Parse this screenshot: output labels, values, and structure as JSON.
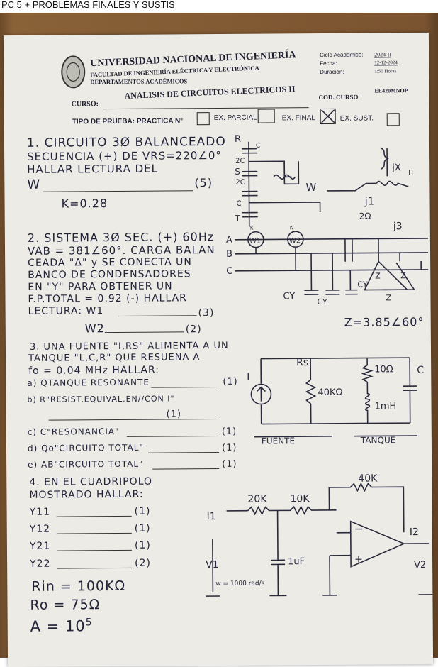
{
  "doc_title": "PC 5 + PROBLEMAS FINALES Y SUSTIS",
  "header": {
    "university": "UNIVERSIDAD NACIONAL DE INGENIERÍA",
    "faculty": "FACULTAD DE INGENIERÍA ELÉCTRICA Y ELECTRÓNICA",
    "department": "DEPARTAMENTOS ACADÉMICOS",
    "course_title": "ANALISIS DE CIRCUITOS ELECTRICOS II",
    "curso_label": "CURSO:",
    "cycle_label": "Ciclo Académico:",
    "cycle_value": "2024-II",
    "date_label": "Fecha:",
    "date_value": "12-12-2024",
    "duration_label": "Duración:",
    "duration_value": "1:50 Horas",
    "code_label": "COD. CURSO",
    "code_value": "EE420MNOP"
  },
  "test_type": {
    "label": "TIPO DE PRUEBA: PRACTICA N°",
    "parcial": "EX. PARCIAL",
    "final": "EX. FINAL",
    "sust": "EX. SUST.",
    "checked": "final"
  },
  "p1": {
    "l1": "1. CIRCUITO 3Ø BALANCEADO",
    "l2": "SECUENCIA (+) DE VRS=220∠0°",
    "l3": "HALLAR LECTURA DEL",
    "l4": "W",
    "points": "(5)",
    "k": "K=0.28",
    "c": {
      "R": "R",
      "C": "C",
      "S": "S",
      "T": "T",
      "2C": "2C",
      "W": "W",
      "j1": "j1",
      "jxh": "jX",
      "h": "H",
      "r": "2Ω",
      "j3": "j3"
    }
  },
  "p2": {
    "l1": "2. SISTEMA 3Ø SEC. (+) 60Hz",
    "l2": "VAB = 381∠60°. CARGA BALAN",
    "l3": "CEADA \"Δ\" y SE CONECTA UN",
    "l4": "BANCO DE CONDENSADORES",
    "l5": "EN \"Y\" PARA OBTENER UN",
    "l6": "F.P.TOTAL = 0.92 (-) HALLAR",
    "l7": "LECTURA: W1",
    "l8": "W2",
    "pts1": "(3)",
    "pts2": "(2)",
    "c": {
      "A": "A",
      "B": "B",
      "C": "C",
      "W1": "W1",
      "W2": "W2",
      "K": "K",
      "Cy": "CY",
      "Z": "Z"
    },
    "z": "Z=3.85∠60°"
  },
  "p3": {
    "l1": "3. UNA FUENTE \"I,RS\" ALIMENTA A UN",
    "l2": "TANQUE \"L,C,R\" QUE RESUENA A",
    "l3": "fo = 0.04 MHz HALLAR:",
    "a": "a) QTANQUE RESONANTE",
    "b": "b) R\"RESIST.EQUIVAL.EN//CON I\"",
    "c": "c) C\"RESONANCIA\"",
    "d": "d) Qo\"CIRCUITO TOTAL\"",
    "e": "e) AB\"CIRCUITO TOTAL\"",
    "pts": "(1)",
    "c_lbl": {
      "I": "I",
      "Rs": "Rs",
      "rs": "40KΩ",
      "r": "10Ω",
      "L": "1mH",
      "C": "C",
      "src": "FUENTE",
      "tank": "TANQUE"
    }
  },
  "p4": {
    "l1": "4. EN EL CUADRIPOLO",
    "l2": "MOSTRADO HALLAR:",
    "y11": "Y11",
    "y12": "Y12",
    "y21": "Y21",
    "y22": "Y22",
    "pts1": "(1)",
    "pts2": "(2)",
    "rin": "Rin = 100KΩ",
    "ro": "Ro = 75Ω",
    "a": "A = 10",
    "a_exp": "5",
    "c": {
      "I1": "I1",
      "V1": "V1",
      "r1": "20K",
      "r2": "10K",
      "rf": "40K",
      "cap": "1uF",
      "w": "w = 1000 rad/s",
      "I2": "I2",
      "V2": "V2"
    }
  }
}
